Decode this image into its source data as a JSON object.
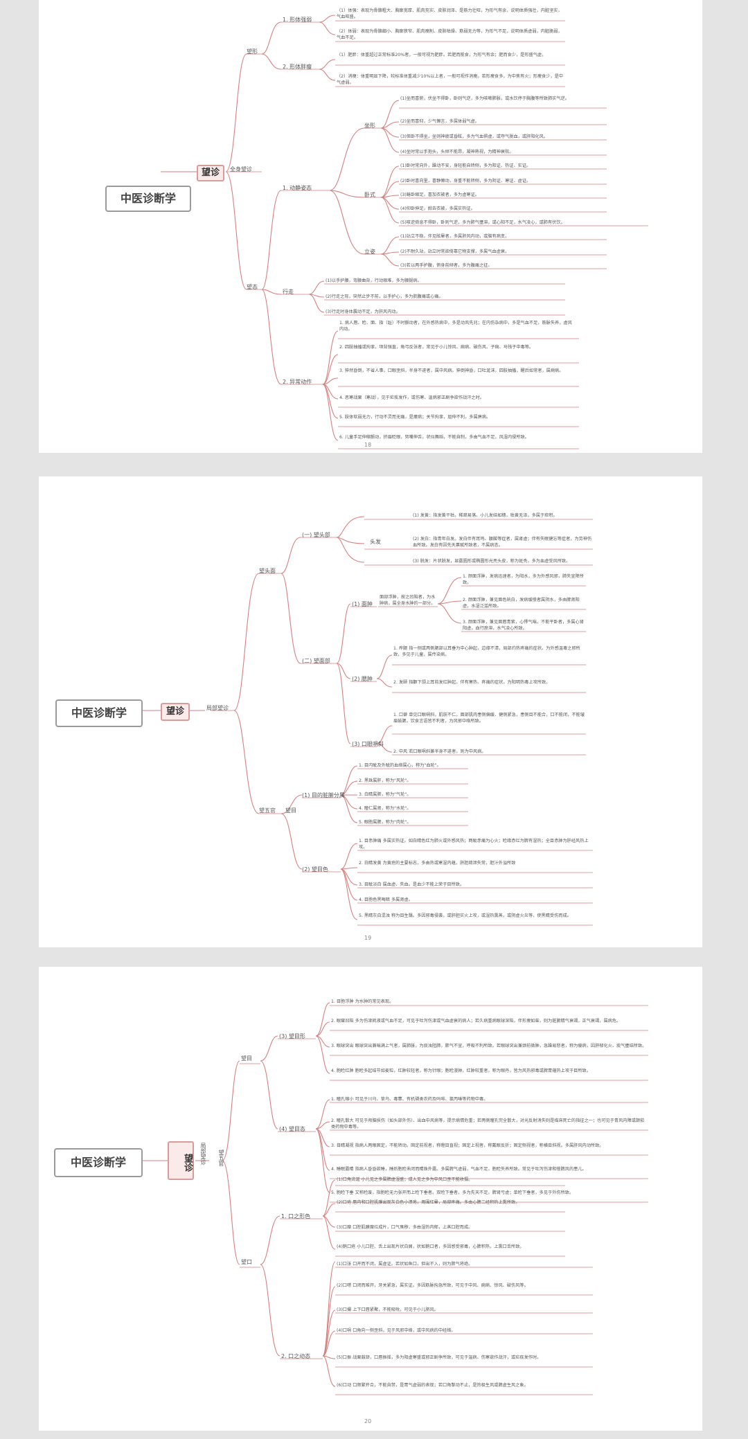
{
  "page1": {
    "root": "中医诊断学",
    "wang": "望诊",
    "whole": "全身望诊",
    "xing": "望形",
    "xt": "1. 形体强弱",
    "xt1": "（1）体强：表现为骨骼粗大、胸廓宽厚、肌肉充实、皮肤润泽、是筋力壮旺，为形气有余，说明体质强壮，内脏坚实，气血旺盛。",
    "xt2": "（2）体弱：表现为骨骼细小、胸廓狭窄、肌肉瘦削、皮肤枯燥、筋弱无力等，为形气不足，说明体质虚弱，内脏脆弱，气血不足。",
    "xp": "2. 形体胖瘦",
    "xp1": "（1）肥胖：体重超过正常标准20%者，一般可视为肥胖。若肥而能食，为形气有余；肥而食少，是形盛气虚。",
    "xp2": "（2）消瘦：体重明显下降，较标准体重减少10%以上者，一般可视作消瘦。若形瘦食多，为中焦有火；形瘦食少，是中气虚弱。",
    "tai": "望态",
    "dj": "1. 动静姿态",
    "zuo": "坐形",
    "z1": "(1)坐而喜俯，伏坐不得卧，卧则气逆，多为咳嗽肺胀，或水饮停于胸腹等所致肺实气逆。",
    "z2": "(2)坐而喜仰，少气懒言，多属体弱气虚。",
    "z3": "(3)但卧不得坐，坐则神疲或昏眩，多为气血俱虚，或夺气脱血，或肝阳化风。",
    "z4": "(4)坐时常以手抱头，头倾不能昂，凝神熟视，为精神衰败。",
    "wo": "卧式",
    "w1": "(1)卧时常向外，躁动不安，身轻能自转侧，多为阳证、热证、实证。",
    "w2": "(2)卧时喜向里，喜静懒动，身重不能转侧，多为阴证、寒证、虚证。",
    "w3": "(3)蜷卧缩足，喜加衣被者，多为虚寒证。",
    "w4": "(4)仰卧伸足，掀去衣被，多属实热证。",
    "w5": "(5)咳逆倚息不得卧，卧则气逆，多为肺气壅滞，或心阳不足，水气凌心，或肺有伏饮。",
    "li": "立姿",
    "l1": "(1)站立不稳，伴见眩晕者，多属肝风内动，或脑有病变。",
    "l2": "(2)不耐久站，站立时常欲倚靠它物支撑，多属气血虚衰。",
    "l3": "(3)若以两手护腹，俯身前倾者，多为腹痛之征。",
    "xz": "行走",
    "x1": "(1)以手护腰，弯腰曲背，行动艰难，多为腰腿病。",
    "x2": "(2)行走之际，突然止步不前，以手护心，多为脘腹痛或心痛。",
    "x3": "(3)行走时身体震动不定，为肝风内动。",
    "yc": "2. 异常动作",
    "y1": "1. 病人唇、睑、面、指（趾）不时颤动者，在外感热病中，多是动风先兆；在内伤杂病中，多是气血不足，筋脉失养，虚风内动。",
    "y2": "2. 四肢抽搐或拘挛，项背强直，角弓反张者，常见于小儿惊风、痫病、破伤风、子痫、马钱子中毒等。",
    "y3": "3. 猝然昏倒，不省人事，口眼歪斜，半身不遂者，属中风病。猝倒神昏，口吐涎沫，四肢抽搐，醒后如常者，属痫病。",
    "y4": "4. 恶寒战栗（寒战），见于疟疾发作，或伤寒、温病邪正剧争欲作战汗之时。",
    "y5": "5. 肢体软弱无力，行动不灵而无痛，是痿病；关节拘挛，屈伸不利，多属痹病。",
    "y6": "6. 儿童手足伸缩颤动，挤眉眨眼，努嘴伸舌，状似舞蹈，不能自制，多由气血不足，风湿内侵所致。",
    "num": "18"
  },
  "page2": {
    "root": "中医诊断学",
    "wang": "望诊",
    "local": "局部望诊",
    "wtm": "望头面",
    "wtb": "(一) 望头部",
    "tf": "头发",
    "tf1": "(1) 发黄：指发黄干枯，稀疏易落。小儿发结如穗，枯黄无泽，多属于疳积。",
    "tf2": "(2) 发白：指青年白发。发白伴有耳鸣、腰酸等症者，属肾虚；伴有失眠健忘等症者，为劳神伤血所致。发白有因先天禀赋所致者，不属病态。",
    "tf3": "(3) 脱发：片状脱发，显露圆形或椭圆形光亮头皮，称为斑秃，多为血虚受风所致。",
    "wmb": "(二) 望面部",
    "mz": "(1) 面肿",
    "mzd": "面部浮肿，按之凹陷者，为水肿病，属全身水肿的一部分。",
    "mz1": "1. 颜面浮肿，发病迅速者，为阳水，多为外感风邪，肺失宣降所致。",
    "mz2": "2. 颜面浮肿，兼见面色㿠白，发病缓慢者属阴水，多由脾肾阳虚，水湿泛滥所致。",
    "mz3": "3. 颜面浮肿，兼见面唇青紫，心悸气喘，不能平卧者，多属心肾阳虚，血行瘀滞，水气凌心所致。",
    "sz": "(2) 腮肿",
    "sz1": "1. 痄腮 指一侧或两侧腮部以耳垂为中心肿起，边缘不清，局部灼热疼痛的症状。为外感温毒之邪所致，多见于儿童，属传染病。",
    "sz2": "2. 发颐 指颧下颌上耳前发红肿起，伴有寒热、疼痛的症状。为阳明热毒上攻所致。",
    "kyw": "(3) 口眼㖞斜",
    "kyw1": "1. 口僻 单见口眼㖞斜，肌肤不仁，面部肌肉患侧偏缓、健侧紧急，患侧目不能合，口不能闭，不能皱眉鼓腮，饮食言语皆不利者，为风邪中络所致。",
    "kyw2": "2. 中风 若口眼㖞斜兼半身不遂者，则为中风病。",
    "wwg": "望五官",
    "wm": "望目",
    "mbf": "(1) 目的脏腑分属",
    "mb1": "1. 目内眦及外眦的血络属心，称为\"血轮\"。",
    "mb2": "2. 黑珠属肝，称为\"风轮\"。",
    "mb3": "3. 白睛属肺，称为\"气轮\"。",
    "mb4": "4. 瞳仁属肾，称为\"水轮\"。",
    "mb5": "5. 眼胞属脾，称为\"肉轮\"。",
    "ms": "(2) 望目色",
    "ms1": "1. 目赤肿痛 多属实热证。如白睛色红为肺火或外感风热；两眦赤痛为心火；睑缘赤烂为脾有湿热；全目赤肿为肝经风热上攻。",
    "ms2": "2. 白睛发黄 为黄疸的主要标志，多由热或寒湿内蕴，肝胆疏泄失常，胆汁外溢所致",
    "ms3": "3. 目眦淡白 属血虚、失血。是血少不能上荣于目所致。",
    "ms4": "4. 目胞色黑晦暗 多属肾虚。",
    "ms5": "5. 黑睛灰白混浊 称为目生翳。多因邪毒侵袭，或肝胆实火上攻，或湿热熏蒸，或阴虚火炎等，使黑睛受伤而成。",
    "num": "19"
  },
  "page3": {
    "root": "中医诊断学",
    "wang": "望诊",
    "local": "局部望诊",
    "wwg": "望五官",
    "wm": "望目",
    "mx": "(3) 望目形",
    "mx1": "1. 目胞浮肿 为水肿的常见表现。",
    "mx2": "2. 眼窠凹陷 多为伤津耗液或气血不足，可见于吐泻伤津或气血虚衰的病人；若久病重病眼球深陷，伴形瘦如柴，则为脏腑精气衰竭，正气衰竭，属病危。",
    "mx3": "3. 眼球突出 眼球突出兼喘满上气者，属肺胀，为痰浊阻肺，肺气不宣，呼吸不利所致。若眼球突出兼颈前微肿，急躁易怒者，称为瘿病，因肝郁化火、痰气壅结所致。",
    "mx4": "4. 胞睑红肿 胞睑多起结节如麦粒，红肿较轻者，称为针眼；胞睑漫肿，红肿较重者，称为眼丹，皆为风热邪毒或脾胃蕴热上攻于目所致。",
    "mt": "(4) 望目态",
    "mt1": "1. 瞳孔缩小 可见于川乌、草乌、毒蕈、有机磷类农药及吗啡、氯丙嗪等药物中毒。",
    "mt2": "2. 瞳孔散大 可见于颅脑损伤（如头部外伤）、出血中风病等，提示病情危重；若两侧瞳孔完全散大，对光反射消失则是临床死亡的指征之一；也可见于青风内障或颠茄类药物中毒等。",
    "mt3": "3. 目睛凝视 指病人两眼固定，不能转动。固定前视者，称瞪目直视；固定上视者，称戴眼反折；固定侧视者，称横目斜视。多属肝风内动所致。",
    "mt4": "4. 睡眠露睛 指病人昏昏欲睡，睡后胞睑未闭而睛珠外露。多属脾气虚弱，气血不足，胞睑失养所致。常见于吐泻伤津和慢脾风的患儿。",
    "mt5": "5. 胞睑下垂 又称睑废，指胞睑无力张开而上睑下垂者。双睑下垂者，多为先天不足，脾肾亏虚；单睑下垂者，多见于外伤所致。",
    "wk": "望口",
    "kx": "1. 口之形色",
    "kx1": "(1)口角流涎 小儿见之多属脾虚湿盛；成人见之多为中风口歪不能收摄。",
    "kx2": "(2)口疮 唇内和口腔肌膜出现灰白色小溃疡，周围红晕，局部疼痛。多由心脾二经积热上熏所致。",
    "kx3": "(3)口糜 口腔肌膜糜烂成片，口气臭秽，多由湿热内郁，上蒸口腔而成。",
    "kx4": "(4)鹅口疮 小儿口腔、舌上出现片状白屑，状如鹅口者，多因感受邪毒，心脾积热，上熏口舌所致。",
    "kd": "2. 口之动态",
    "kd1": "(1)口张 口开而不闭，属虚证。若状如鱼口，但出不入，则为肺气将绝。",
    "kd2": "(2)口噤 口闭而难开，牙关紧急，属实证。多因筋脉拘急所致，可见于中风、痫病、惊风、破伤风等。",
    "kd3": "(3)口撮 上下口唇紧聚，不能吸吮，可见于小儿脐风。",
    "kd4": "(4)口㖞 口角向一侧歪斜，见于风邪中络，或中风病的中经络。",
    "kd5": "(5)口振 战栗鼓颔，口唇振摇，多为阳虚寒盛或邪正剧争所致，可见于温病、伤寒欲作战汗，或疟疾发作时。",
    "kd6": "(6)口动 口频繁开合，不能自禁，是胃气虚弱的表现；若口角掣动不止，是热极生风或脾虚生风之象。",
    "num": "20"
  },
  "colors": {
    "line": "#d77f7f",
    "underline": "#e29c9c",
    "rootBorder": "#9a9a9a",
    "nodeFill": "#fbeaea"
  }
}
